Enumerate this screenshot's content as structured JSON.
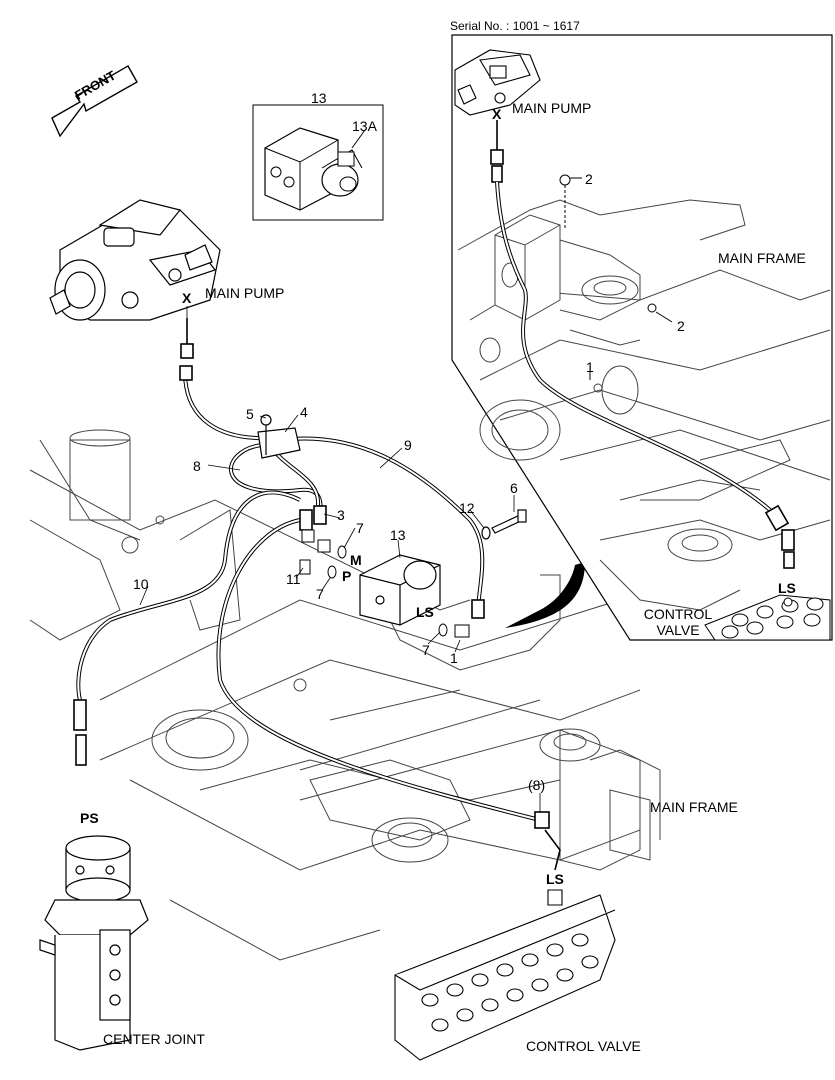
{
  "inset": {
    "serial": "Serial No. : 1001 ~ 1617",
    "main_pump": "MAIN PUMP",
    "port_x": "X",
    "main_frame": "MAIN FRAME",
    "control_valve_line1": "CONTROL",
    "control_valve_line2": "VALVE",
    "port_ls": "LS",
    "callouts": [
      "2",
      "2",
      "1"
    ]
  },
  "detail": {
    "title": "13",
    "sub": "13A"
  },
  "main": {
    "front": "FRONT",
    "main_pump": "MAIN PUMP",
    "port_x": "X",
    "port_m": "M",
    "port_p": "P",
    "port_ls": "LS",
    "port_ps": "PS",
    "port_ls_valve": "LS",
    "main_frame": "MAIN FRAME",
    "center_joint": "CENTER JOINT",
    "control_valve": "CONTROL VALVE",
    "callouts": {
      "c5": "5",
      "c4": "4",
      "c9": "9",
      "c8": "8",
      "c6": "6",
      "c12": "12",
      "c3": "3",
      "c7a": "7",
      "c13": "13",
      "c11": "11",
      "c7b": "7",
      "c10": "10",
      "c7c": "7",
      "c1": "1",
      "c8p": "(8)"
    }
  },
  "colors": {
    "line": "#000000",
    "background": "#ffffff",
    "frame_gray": "#555555"
  }
}
